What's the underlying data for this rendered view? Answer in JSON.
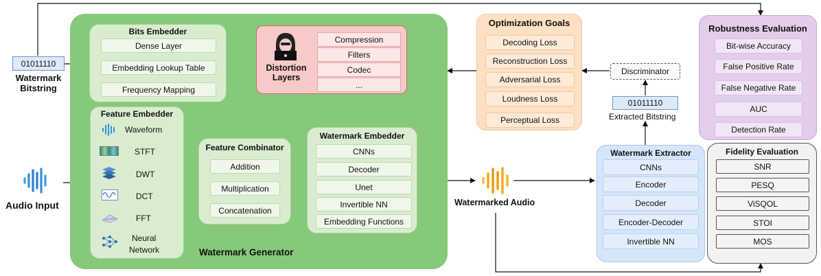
{
  "watermark_bitstring": {
    "bits": "01011110",
    "label_line1": "Watermark",
    "label_line2": "Bitstring"
  },
  "audio_input": {
    "label": "Audio Input"
  },
  "generator": {
    "title": "Watermark Generator"
  },
  "bits_embedder": {
    "title": "Bits Embedder",
    "items": [
      "Dense Layer",
      "Embedding Lookup Table",
      "Frequency Mapping"
    ]
  },
  "distortion": {
    "title_line1": "Distortion",
    "title_line2": "Layers",
    "items": [
      "Compression",
      "Filters",
      "Codec",
      "..."
    ]
  },
  "feature_embedder": {
    "title": "Feature Embedder",
    "items": [
      "Waveform",
      "STFT",
      "DWT",
      "DCT",
      "FFT",
      "Neural",
      "Network"
    ]
  },
  "feature_combinator": {
    "title": "Feature Combinator",
    "items": [
      "Addition",
      "Multiplication",
      "Concatenation"
    ]
  },
  "watermark_embedder": {
    "title": "Watermark Embedder",
    "items": [
      "CNNs",
      "Decoder",
      "Unet",
      "Invertible NN",
      "Embedding Functions"
    ]
  },
  "watermarked_audio": {
    "label": "Watermarked Audio"
  },
  "optimization": {
    "title": "Optimization Goals",
    "items": [
      "Decoding Loss",
      "Reconstruction Loss",
      "Adversarial Loss",
      "Loudness Loss",
      "Perceptual Loss"
    ]
  },
  "discriminator": {
    "label": "Discriminator"
  },
  "extracted": {
    "bits": "01011110",
    "label": "Extracted Bitstring"
  },
  "robustness": {
    "title": "Robustness Evaluation",
    "items": [
      "Bit-wise Accuracy",
      "False Positive Rate",
      "False Negative Rate",
      "AUC",
      "Detection Rate"
    ]
  },
  "extractor": {
    "title": "Watermark Extractor",
    "items": [
      "CNNs",
      "Encoder",
      "Decoder",
      "Encoder-Decoder",
      "Invertible NN"
    ]
  },
  "fidelity": {
    "title": "Fidelity Evaluation",
    "items": [
      "SNR",
      "PESQ",
      "ViSQOL",
      "STOI",
      "MOS"
    ]
  },
  "colors": {
    "generator_bg": "#86c97a",
    "orange_panel": "#fde0c2",
    "purple_panel": "#e2cdea",
    "blue_panel": "#d6e6fa",
    "red_panel": "#f7c9c9",
    "gray_panel": "#f2f2f2"
  }
}
